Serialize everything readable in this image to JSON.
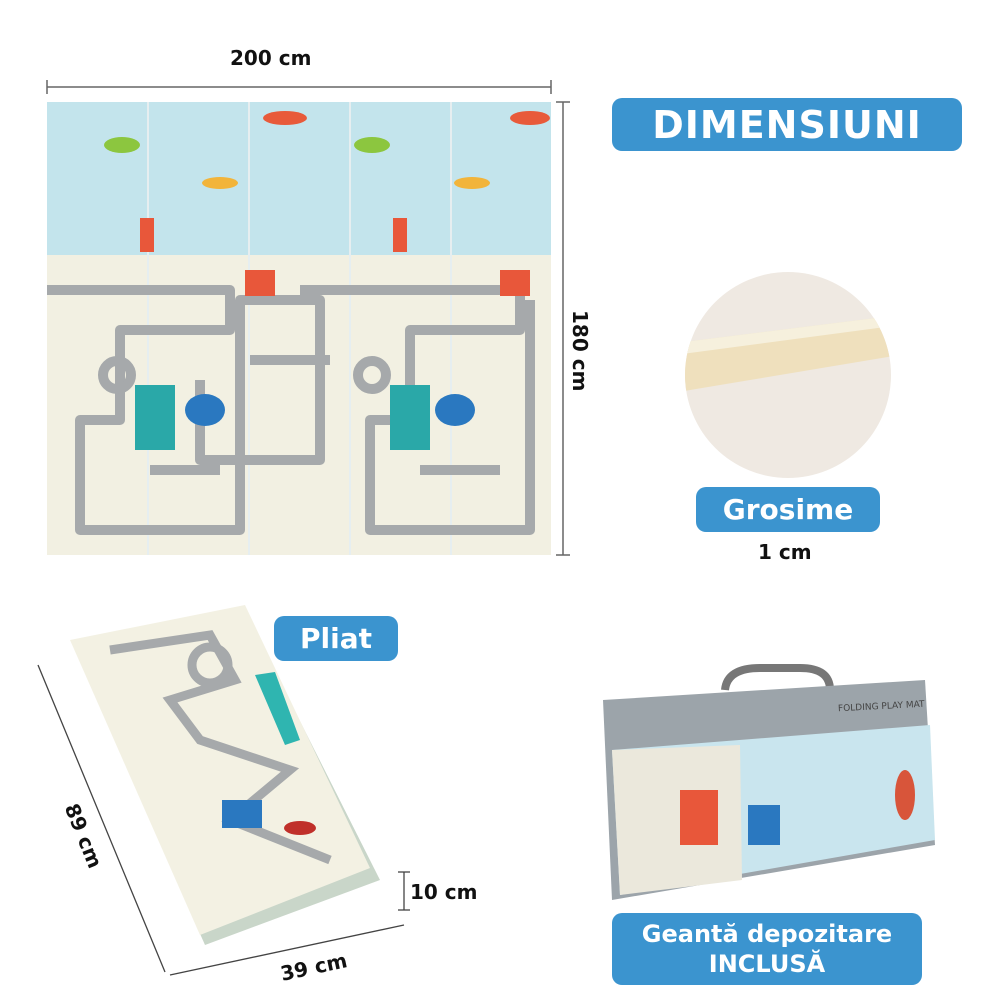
{
  "title": "DIMENSIUNI",
  "mat": {
    "width_label": "200 cm",
    "height_label": "180 cm"
  },
  "thickness": {
    "title": "Grosime",
    "value": "1 cm"
  },
  "folded": {
    "title": "Pliat",
    "length_label": "89 cm",
    "thickness_label": "10 cm",
    "width_label": "39 cm"
  },
  "bag": {
    "print_text": "FOLDING PLAY MAT",
    "caption_line1": "Geantă depozitare",
    "caption_line2": "INCLUSĂ"
  },
  "colors": {
    "badge": "#3b94cf",
    "sky": "#c3e4ec",
    "ground": "#f2f0e2",
    "road": "#a6a9ab"
  }
}
